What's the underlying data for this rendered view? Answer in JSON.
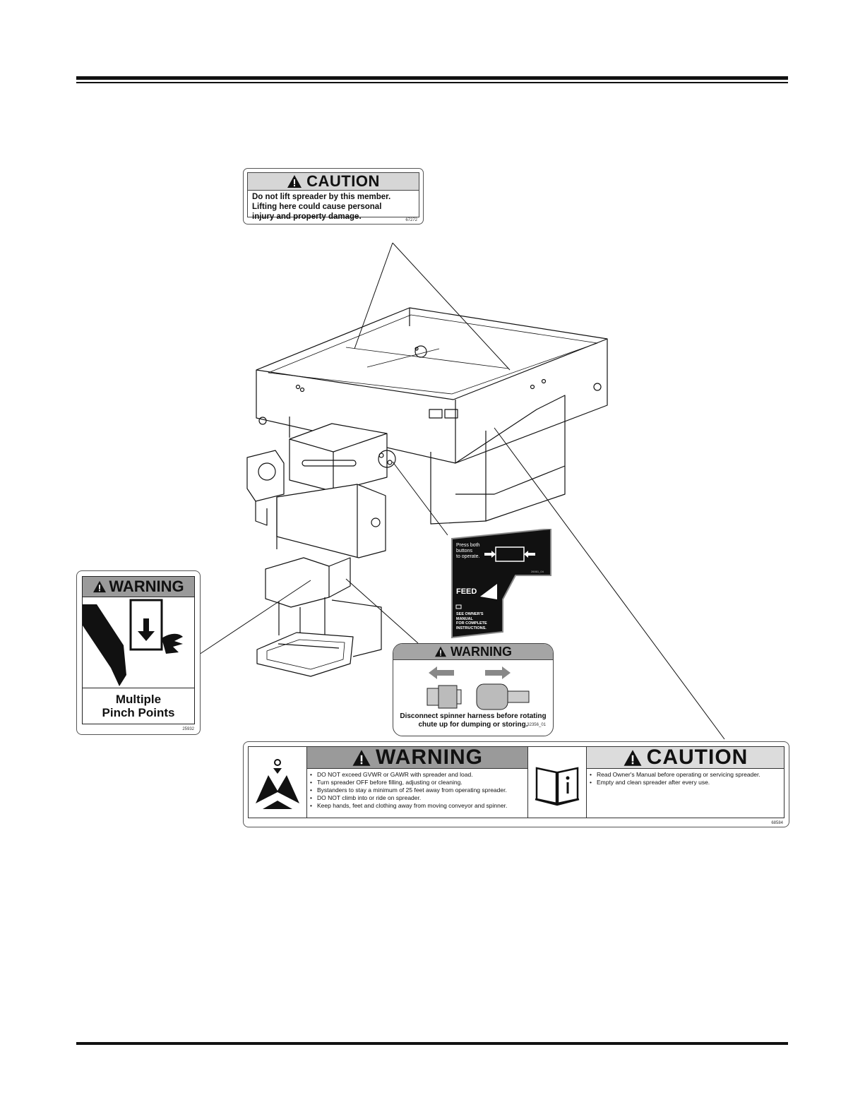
{
  "decals": {
    "caution_top": {
      "header": "CAUTION",
      "lines": [
        "Do not lift spreader by this member.",
        "Lifting here could cause personal",
        "injury and property damage."
      ],
      "code": "67272"
    },
    "warning_pinch": {
      "header": "WARNING",
      "lines": [
        "Multiple",
        "Pinch Points"
      ],
      "code": "25932"
    },
    "feed_label": {
      "press_lines": [
        "Press both",
        "buttons",
        "to operate."
      ],
      "feed": "FEED",
      "see_lines": [
        "SEE OWNER'S",
        "MANUAL",
        "FOR COMPLETE",
        "INSTRUCTIONS."
      ],
      "code": "26061_04"
    },
    "warning_spinner": {
      "header": "WARNING",
      "lines": [
        "Disconnect spinner harness before rotating",
        "chute up for dumping or storing."
      ],
      "code": "32356_01"
    },
    "big_decal": {
      "warning_header": "WARNING",
      "warning_items": [
        "DO NOT exceed GVWR or GAWR with spreader and load.",
        "Turn spreader OFF before filling, adjusting or cleaning.",
        "Bystanders to stay a minimum of 25 feet away from operating spreader.",
        "DO NOT climb into or ride on spreader.",
        "Keep hands, feet and clothing away from moving conveyor and spinner."
      ],
      "caution_header": "CAUTION",
      "caution_items": [
        "Read Owner's Manual before operating or servicing spreader.",
        "Empty and clean spreader after every use."
      ],
      "code": "68584"
    }
  },
  "icons": {
    "alert": "warning-triangle-icon",
    "pinch": "hand-pinch-icon",
    "spreader": "spreader-symbol-icon",
    "manual": "manual-book-icon",
    "arrow": "arrow-icon",
    "connector": "connector-icon"
  }
}
